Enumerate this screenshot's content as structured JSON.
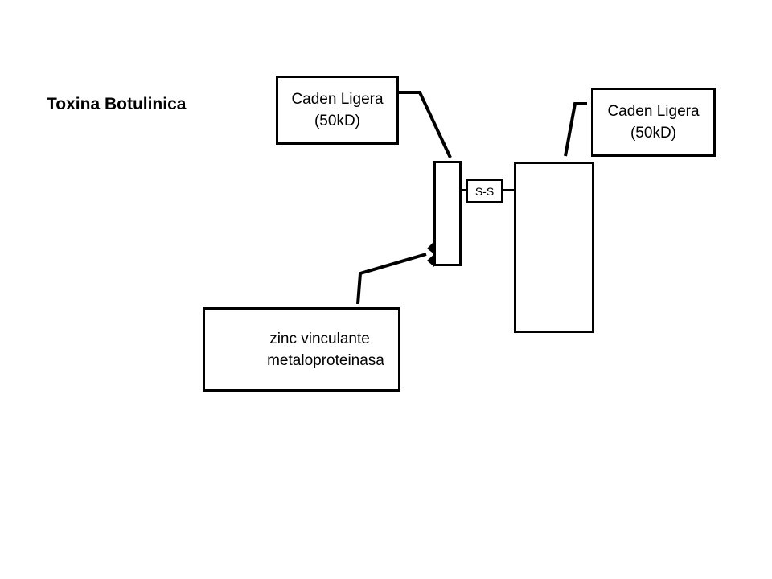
{
  "title": "Toxina Botulinica",
  "label_left": {
    "line1": "Caden Ligera",
    "line2": "(50kD)"
  },
  "label_right": {
    "line1": "Caden Ligera",
    "line2": "(50kD)"
  },
  "label_bottom": {
    "line1": "zinc vinculante",
    "line2": "metaloproteinasa"
  },
  "bond": "S-S",
  "colors": {
    "stroke": "#000000",
    "background": "#ffffff"
  }
}
